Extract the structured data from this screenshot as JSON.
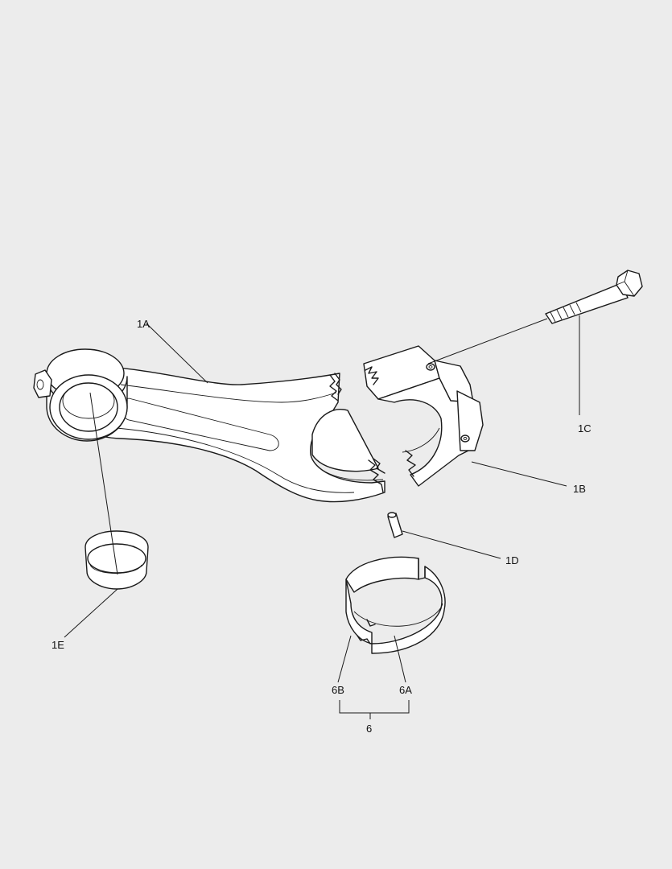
{
  "callouts": {
    "c1A": "1A",
    "c1B": "1B",
    "c1C": "1C",
    "c1D": "1D",
    "c1E": "1E",
    "c6A": "6A",
    "c6B": "6B",
    "c6": "6"
  },
  "colors": {
    "background": "#ececec",
    "line": "#1a1a1a",
    "fill": "#ffffff"
  }
}
